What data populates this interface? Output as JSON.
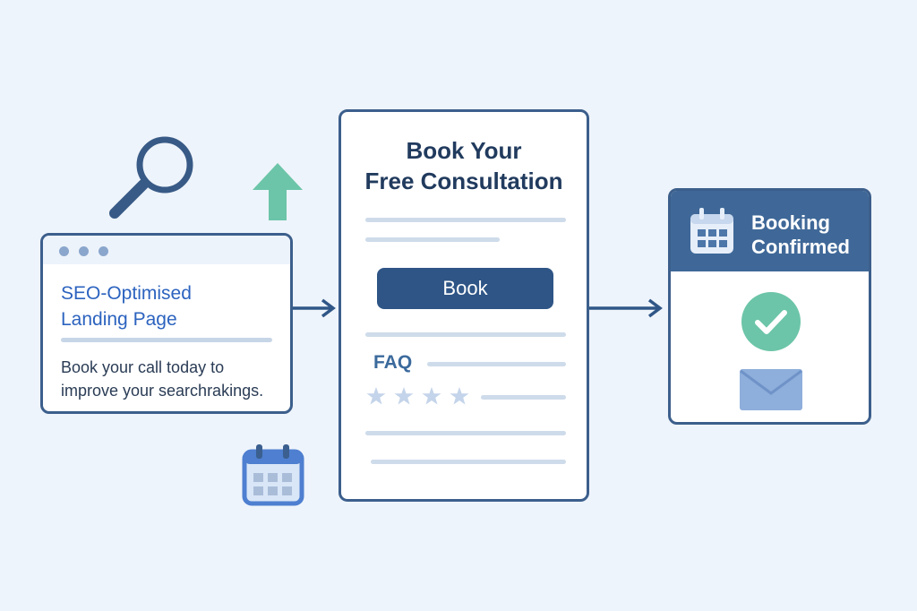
{
  "landing_page": {
    "title_line1": "SEO-Optimised",
    "title_line2": "Landing Page",
    "body_line1": "Book your call today to",
    "body_line2": "improve your searchrakings."
  },
  "booking_form": {
    "heading_line1": "Book Your",
    "heading_line2": "Free Consultation",
    "book_button": "Book",
    "faq_label": "FAQ"
  },
  "confirmation": {
    "title_line1": "Booking",
    "title_line2": "Confirmed"
  },
  "icons": {
    "search": "magnifier-icon",
    "growth": "up-arrow-icon",
    "schedule": "calendar-icon",
    "rating": "star-icon",
    "success": "checkmark-icon",
    "email": "envelope-icon"
  },
  "colors": {
    "background": "#eef4fb",
    "border": "#3c5f8c",
    "primary": "#2e5586",
    "accent_blue": "#2c63bf",
    "green": "#6cc5a8",
    "header": "#3f6898"
  },
  "rating": {
    "stars": 4
  }
}
